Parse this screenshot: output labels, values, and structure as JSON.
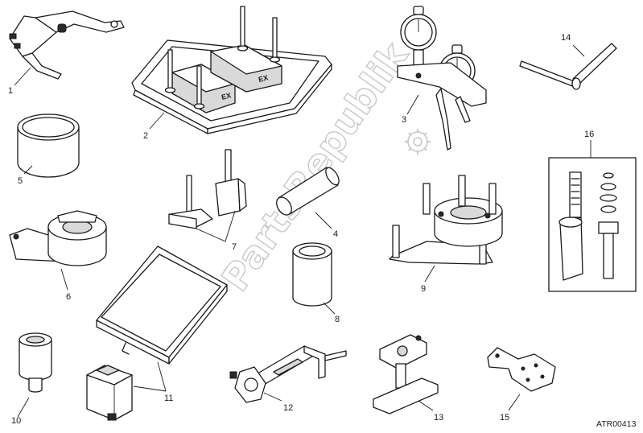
{
  "diagram": {
    "callouts": [
      "1",
      "2",
      "3",
      "4",
      "5",
      "6",
      "7",
      "8",
      "9",
      "10",
      "11",
      "12",
      "13",
      "14",
      "15",
      "16"
    ],
    "drawing_code": "ATR00413",
    "stamp_text": "EX",
    "watermark_text": "PartsRepublik"
  }
}
